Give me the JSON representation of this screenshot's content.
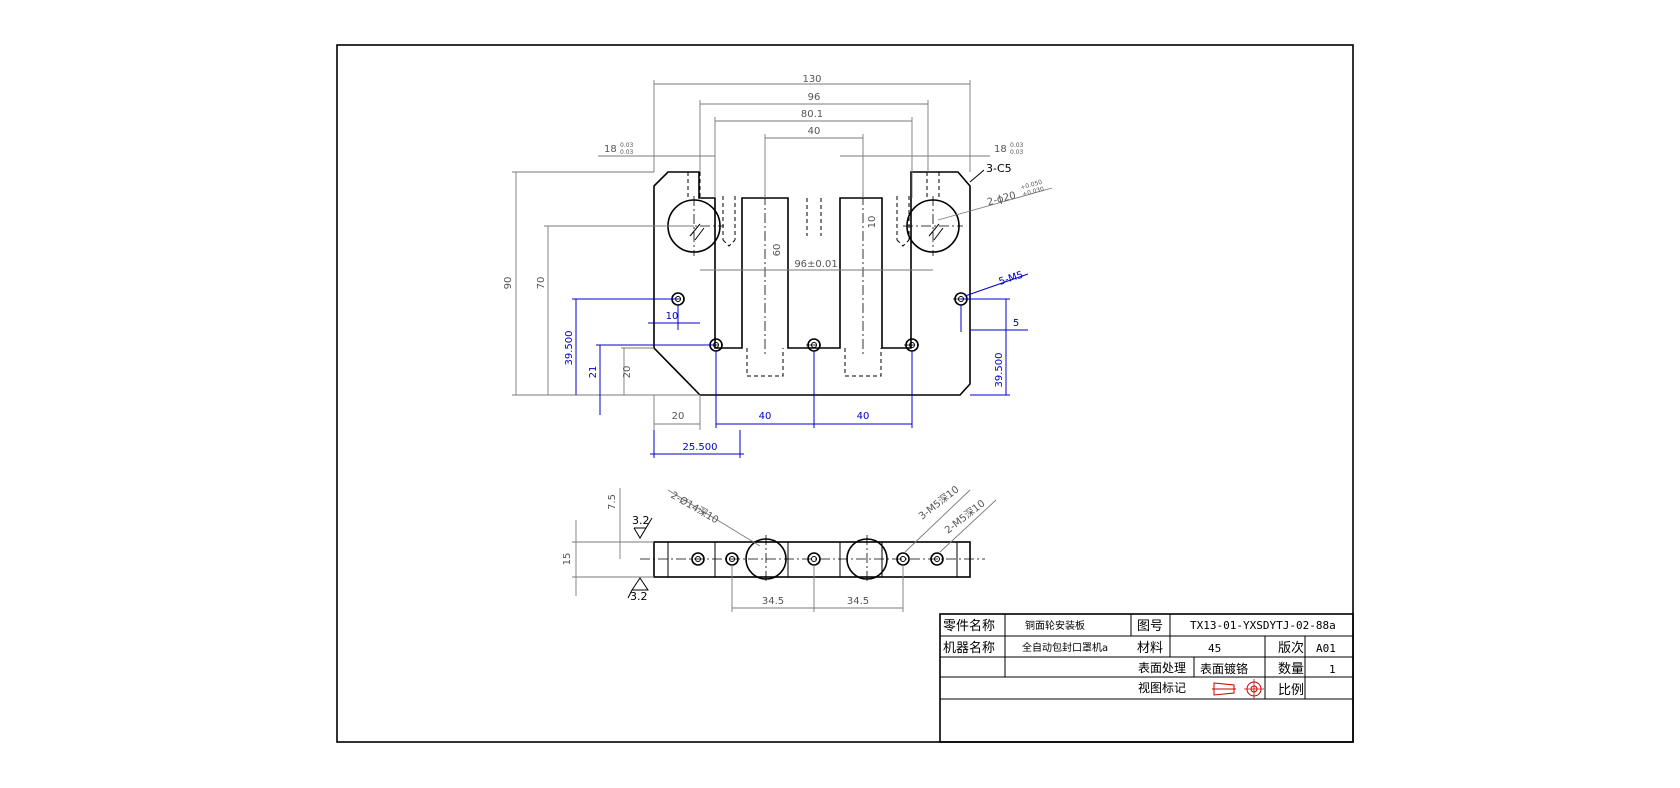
{
  "drawing": {
    "front_view": {
      "dims_top": [
        "130",
        "96",
        "80.1",
        "40"
      ],
      "tol_left": {
        "base": "18",
        "upper": "0.03",
        "lower": "0.03"
      },
      "tol_right": {
        "base": "18",
        "upper": "0.03",
        "lower": "0.03"
      },
      "chamfer_note": "3-C5",
      "bore_note": {
        "base": "2-ϕ20",
        "upper": "+0.050",
        "lower": "+0.030"
      },
      "slot_depth": "60",
      "slot_width": "10",
      "bore_span": "96±0.01",
      "thread_note": "5-M5",
      "dims_left": [
        "90",
        "70",
        "39.500",
        "21",
        "20"
      ],
      "dim_hole_offset_left": "10",
      "dim_hole_offset_right": "5",
      "dim_right_height": "39.500",
      "dims_bottom": [
        "20",
        "40",
        "40",
        "25.500"
      ]
    },
    "side_view": {
      "thickness": "15",
      "depth": "7.5",
      "roughness_top": "3.2",
      "roughness_bottom": "3.2",
      "note_left": "2-Ø14深10",
      "note_right_1": "3-M5深10",
      "note_right_2": "2-M5深10",
      "dims_bottom": [
        "34.5",
        "34.5"
      ]
    }
  },
  "title_block": {
    "part_name_label": "零件名称",
    "part_name_value": "铜面轮安装板",
    "drawing_no_label": "图号",
    "drawing_no_value": "TX13-01-YXSDYTJ-02-88a",
    "machine_label": "机器名称",
    "machine_value": "全自动包封口罩机a",
    "material_label": "材料",
    "material_value": "45",
    "version_label": "版次",
    "version_value": "A01",
    "surface_label": "表面处理",
    "surface_value": "表面镀铬",
    "qty_label": "数量",
    "qty_value": "1",
    "view_mark_label": "视图标记",
    "scale_label": "比例",
    "scale_value": ""
  }
}
